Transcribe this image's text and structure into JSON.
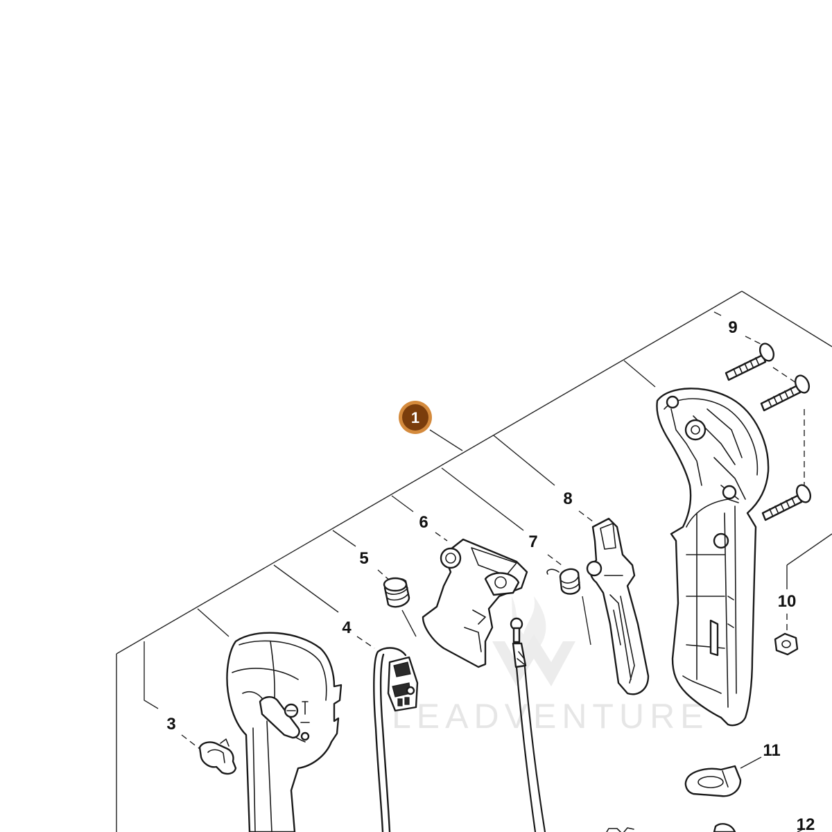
{
  "watermark": {
    "text": "LEADVENTURE"
  },
  "badge": {
    "number": "1",
    "fill": "#7a3d0c",
    "ring": "#d48a3c"
  },
  "callouts": [
    {
      "id": "c3",
      "text": "3"
    },
    {
      "id": "c4",
      "text": "4"
    },
    {
      "id": "c5",
      "text": "5"
    },
    {
      "id": "c6",
      "text": "6"
    },
    {
      "id": "c7",
      "text": "7"
    },
    {
      "id": "c8",
      "text": "8"
    },
    {
      "id": "c9",
      "text": "9"
    },
    {
      "id": "c10",
      "text": "10"
    },
    {
      "id": "c11",
      "text": "11"
    },
    {
      "id": "c12",
      "text": "12"
    }
  ]
}
